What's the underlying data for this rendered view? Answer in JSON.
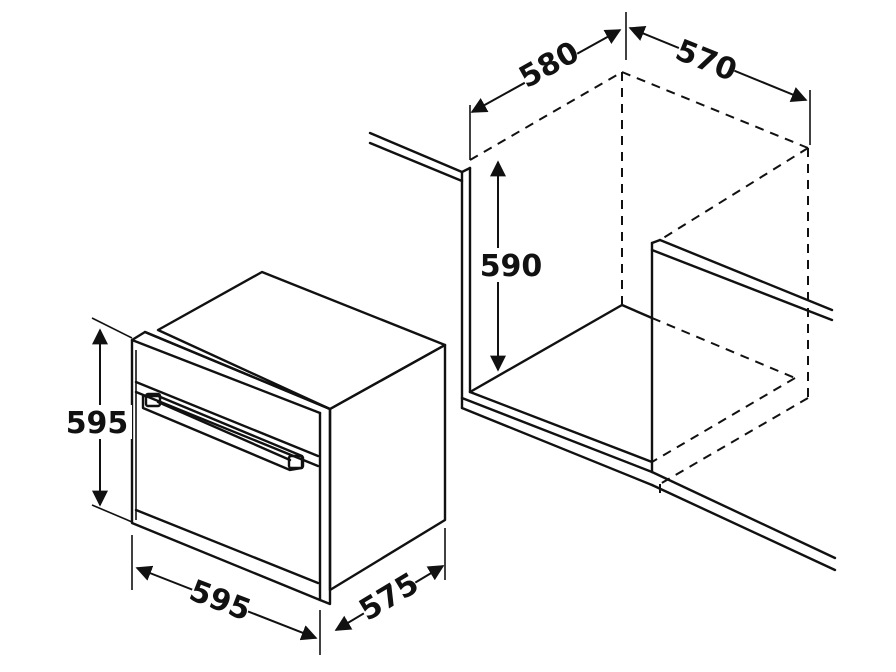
{
  "dimensions": {
    "oven_height": "595",
    "oven_width": "595",
    "oven_depth": "575",
    "niche_height": "590",
    "niche_width": "580",
    "niche_depth": "570"
  }
}
